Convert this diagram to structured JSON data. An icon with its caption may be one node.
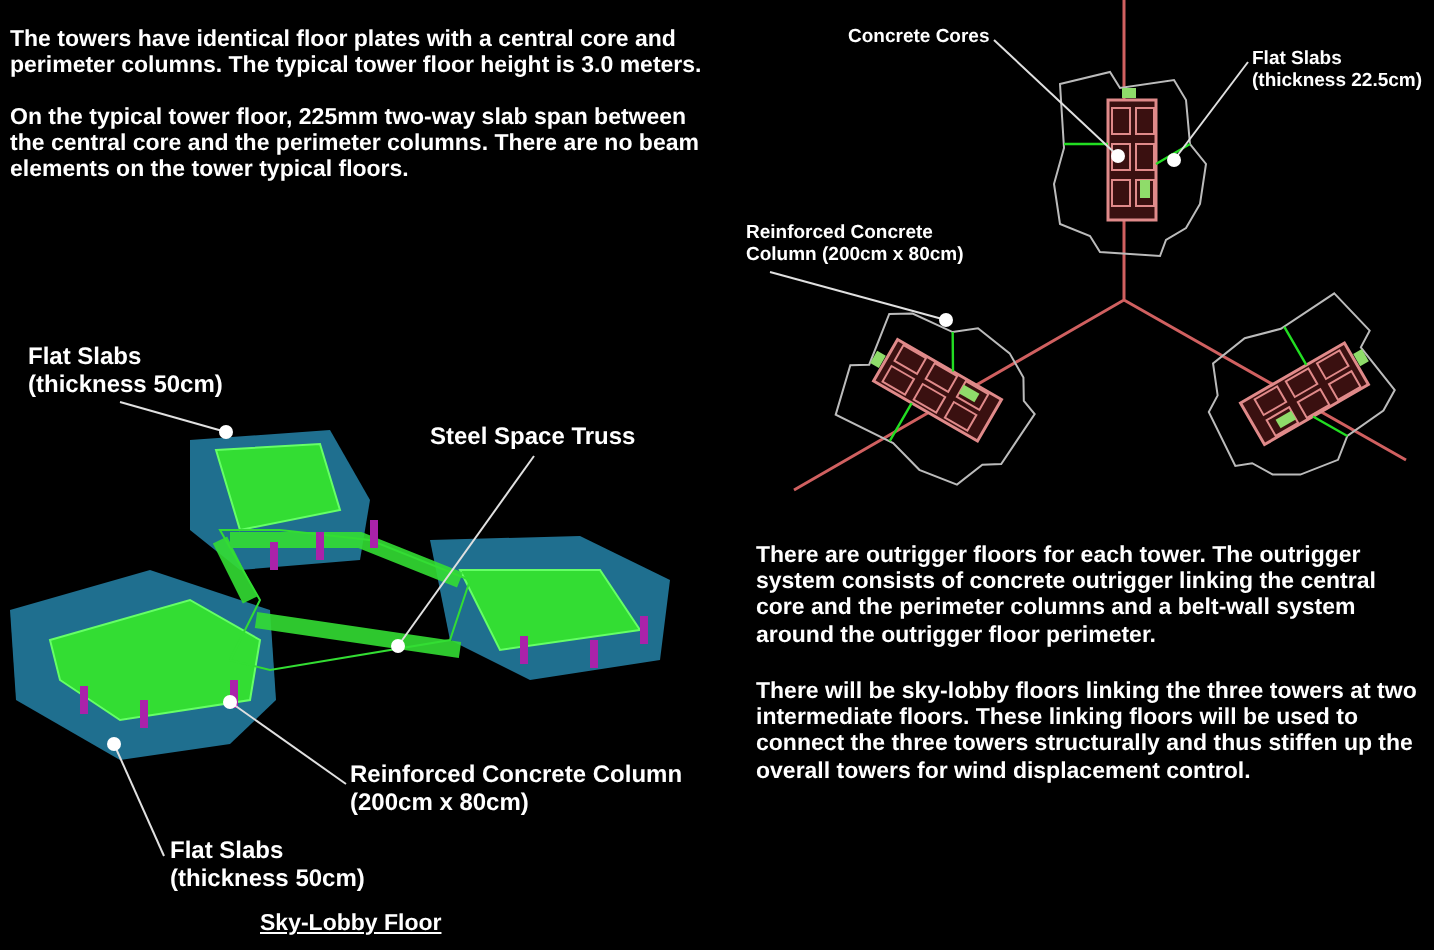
{
  "diagram": {
    "nodes": [
      {
        "text": [
          "Concrete Cores"
        ]
      },
      {
        "text": [
          "Flat Slabs (thickness 22.5cm)"
        ]
      },
      {
        "text": [
          "Reinforced Concrete Column (200cm x 80cm)"
        ]
      },
      {
        "text": [
          "Flat Slabs (thickness 50cm)"
        ]
      },
      {
        "text": [
          "Steel Space Truss"
        ]
      },
      {
        "text": [
          "Reinforced Concrete Column (200cm x 80cm)"
        ]
      },
      {
        "text": [
          "Flat Slabs (thickness 50cm)"
        ]
      }
    ],
    "edges": [
      {
        "from": 0,
        "to": null,
        "arrow": "other"
      },
      {
        "from": 1,
        "to": null,
        "arrow": "other"
      },
      {
        "from": 2,
        "to": null,
        "arrow": "other"
      },
      {
        "from": 3,
        "to": null,
        "arrow": "other"
      },
      {
        "from": 4,
        "to": null,
        "arrow": "other"
      },
      {
        "from": 5,
        "to": null,
        "arrow": "other"
      },
      {
        "from": 6,
        "to": null,
        "arrow": "other"
      }
    ],
    "labels": [
      "The towers have identical floor plates with a central core and perimeter columns. The typical tower floor height is 3.0 meters.",
      "On the typical tower floor, 225mm two-way slab span between the central core and the perimeter columns. There are no beam elements on the tower typical floors.",
      "There are outrigger floors for each tower. The outrigger system consists of concrete outrigger linking the central core and the perimeter columns and a belt-wall system around the outrigger floor perimeter.",
      "There will be sky-lobby floors linking the three towers at two intermediate floors. These linking floors will be used to connect the three towers structurally and thus stiffen up the overall towers for wind displacement control.",
      "Sky-Lobby Floor"
    ]
  }
}
